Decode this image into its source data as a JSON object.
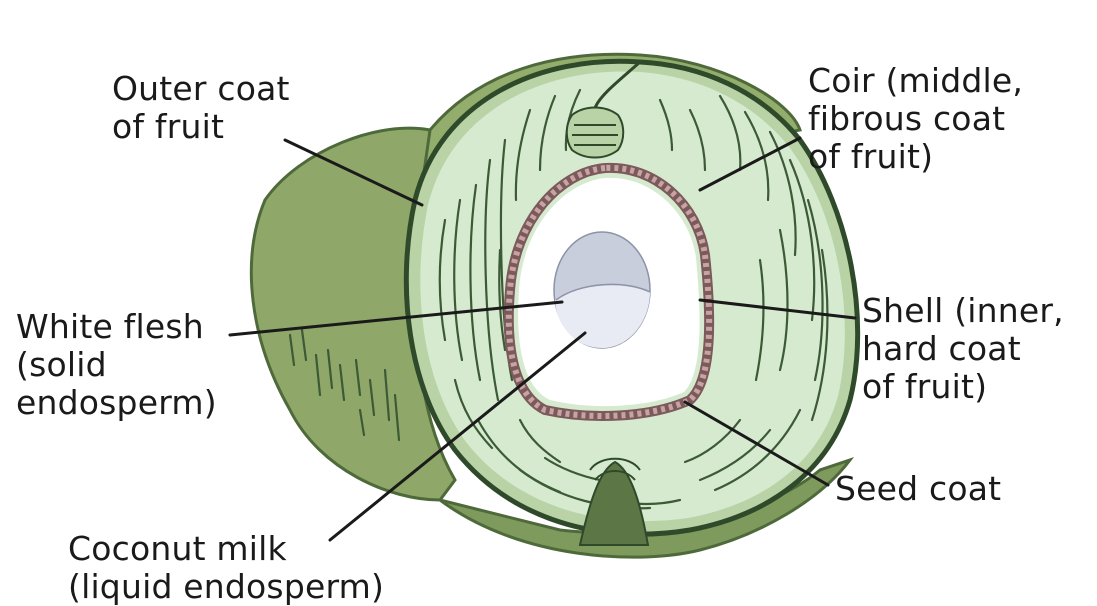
{
  "labels": {
    "outer_coat": {
      "lines": [
        "Outer coat",
        "of fruit"
      ]
    },
    "coir": {
      "lines": [
        "Coir (middle,",
        "fibrous coat",
        "of fruit)"
      ]
    },
    "shell": {
      "lines": [
        "Shell (inner,",
        "hard coat",
        "of fruit)"
      ]
    },
    "white_flesh": {
      "lines": [
        "White flesh",
        "(solid",
        "endosperm)"
      ]
    },
    "seed_coat": {
      "lines": [
        "Seed coat"
      ]
    },
    "coconut_milk": {
      "lines": [
        "Coconut milk",
        "(liquid endosperm)"
      ]
    }
  },
  "colors": {
    "outer_coat": "#8fa86a",
    "outer_coat_dark": "#6f8a4c",
    "coir": "#d6ead0",
    "fiber_lines": "#3d5a36",
    "shell_beads": "#c9a3a3",
    "flesh": "#ffffff",
    "milk": "#c9cedd",
    "milk_light": "#e8ebf3",
    "leader_line": "#1a1a1a"
  }
}
